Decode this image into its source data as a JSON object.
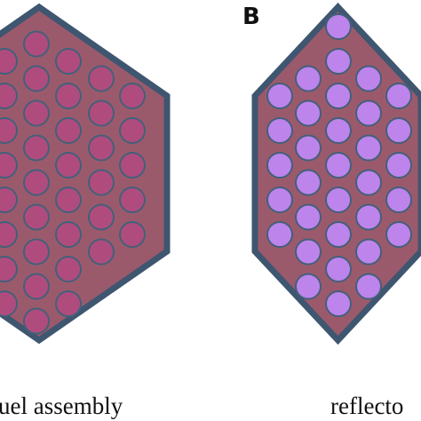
{
  "colors": {
    "background": "#ffffff",
    "hex_border": "#3f5670",
    "matrix": "#9b5a6c",
    "pin_outline": "#43607a",
    "fuel_pin": "#b04c7d",
    "reflector_pin": "#bd84ec",
    "text": "#111111"
  },
  "panels": [
    {
      "letter": "",
      "caption": "uel assembly",
      "pin_fill_key": "fuel_pin"
    },
    {
      "letter": "B",
      "caption": "reflecto",
      "pin_fill_key": "reflector_pin"
    }
  ]
}
